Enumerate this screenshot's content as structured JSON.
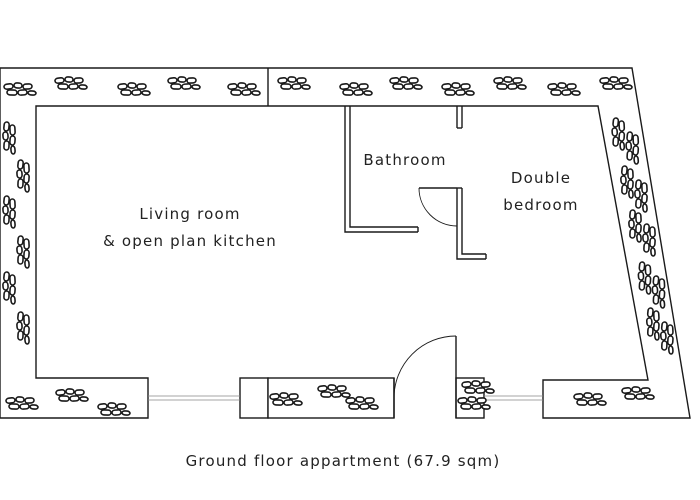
{
  "rooms": {
    "living": {
      "line1": "Living room",
      "line2": "& open plan kitchen"
    },
    "bathroom": {
      "label": "Bathroom"
    },
    "bedroom": {
      "line1": "Double",
      "line2": "bedroom"
    }
  },
  "caption": "Ground floor appartment (67.9 sqm)"
}
